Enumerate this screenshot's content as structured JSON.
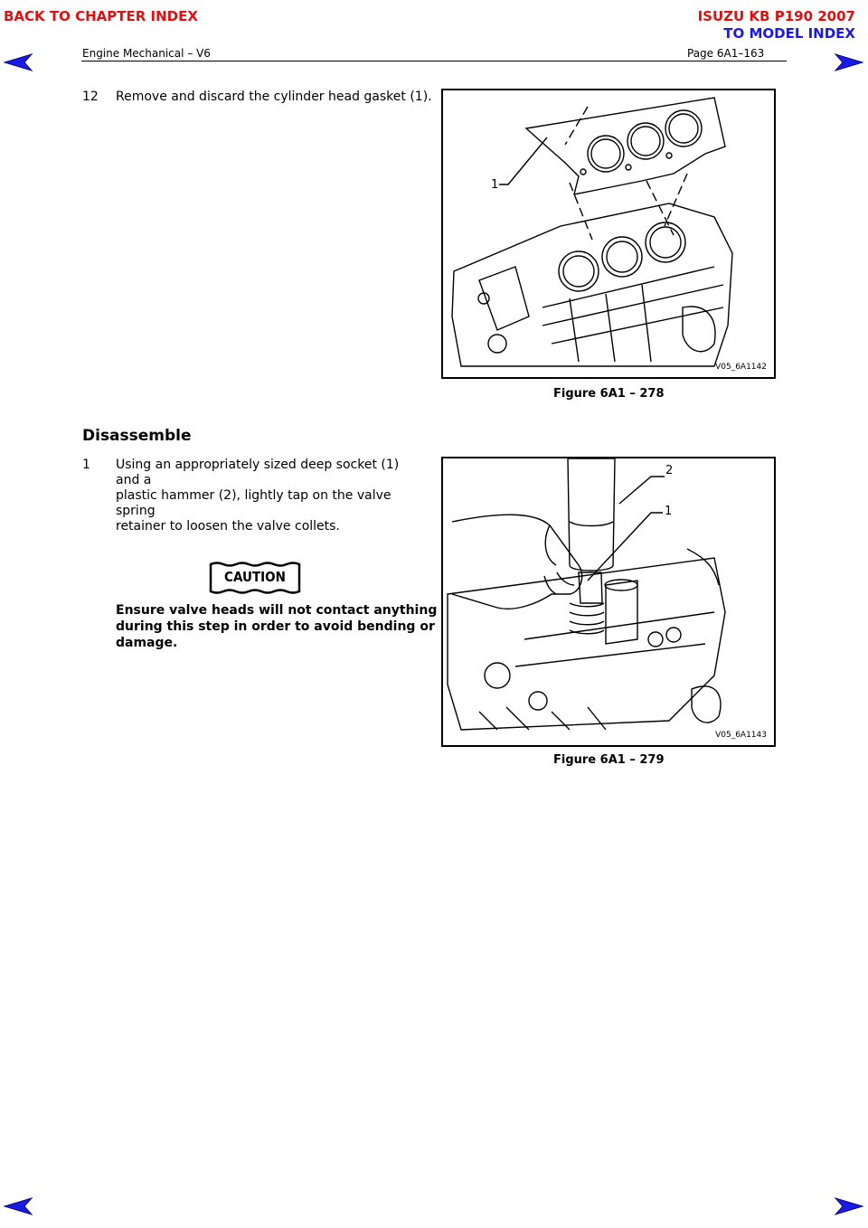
{
  "nav": {
    "back_chapter": "BACK TO CHAPTER INDEX",
    "model_title": "ISUZU KB P190 2007",
    "to_model": "TO MODEL INDEX"
  },
  "header": {
    "section": "Engine Mechanical – V6",
    "page": "Page 6A1–163"
  },
  "step12": {
    "number": "12",
    "text": "Remove and discard the cylinder head gasket (1)."
  },
  "figure1": {
    "callout_1": "1",
    "code": "V05_6A1142",
    "caption": "Figure 6A1 – 278"
  },
  "disassemble": {
    "heading": "Disassemble",
    "step1_number": "1",
    "step1_line1": "Using an appropriately sized deep socket (1) and a",
    "step1_line2": "plastic hammer (2), lightly tap on the valve spring",
    "step1_line3": "retainer to loosen the valve collets.",
    "caution_label": "CAUTION",
    "caution_line1": "Ensure valve heads will not contact anything",
    "caution_line2": "during this step in order to avoid bending or",
    "caution_line3": "damage."
  },
  "figure2": {
    "callout_1": "1",
    "callout_2": "2",
    "code": "V05_6A1143",
    "caption": "Figure 6A1 – 279"
  },
  "colors": {
    "nav_red": "#e01010",
    "nav_blue": "#1a1ae6",
    "arrow_blue": "#1a1ae6"
  }
}
